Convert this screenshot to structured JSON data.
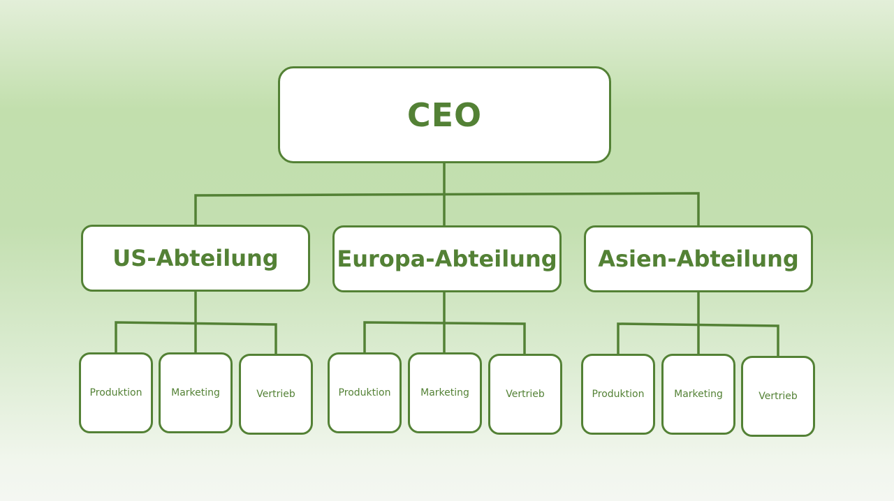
{
  "chart": {
    "root": {
      "label": "CEO"
    },
    "departments": [
      {
        "label": "US-Abteilung",
        "teams": [
          "Produktion",
          "Marketing",
          "Vertrieb"
        ]
      },
      {
        "label": "Europa-Abteilung",
        "teams": [
          "Produktion",
          "Marketing",
          "Vertrieb"
        ]
      },
      {
        "label": "Asien-Abteilung",
        "teams": [
          "Produktion",
          "Marketing",
          "Vertrieb"
        ]
      }
    ]
  },
  "colors": {
    "accent": "#538135",
    "box_fill": "#ffffff",
    "background_top": "#c2dfad",
    "background_bottom": "#f4f7f2"
  }
}
